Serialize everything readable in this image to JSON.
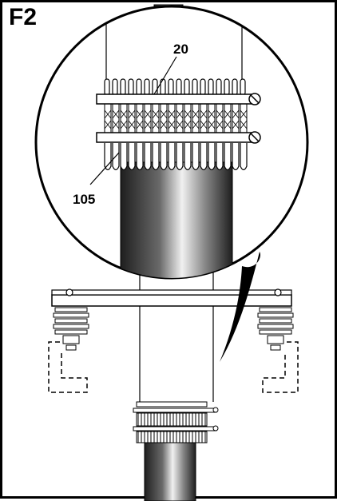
{
  "figure": {
    "label": "F2",
    "callouts": [
      {
        "id": "callout-20",
        "text": "20"
      },
      {
        "id": "callout-105",
        "text": "105"
      }
    ]
  },
  "colors": {
    "ink": "#000000",
    "background": "#ffffff",
    "metal_dark": "#2b2b2b",
    "metal_light": "#e6e6e6"
  }
}
